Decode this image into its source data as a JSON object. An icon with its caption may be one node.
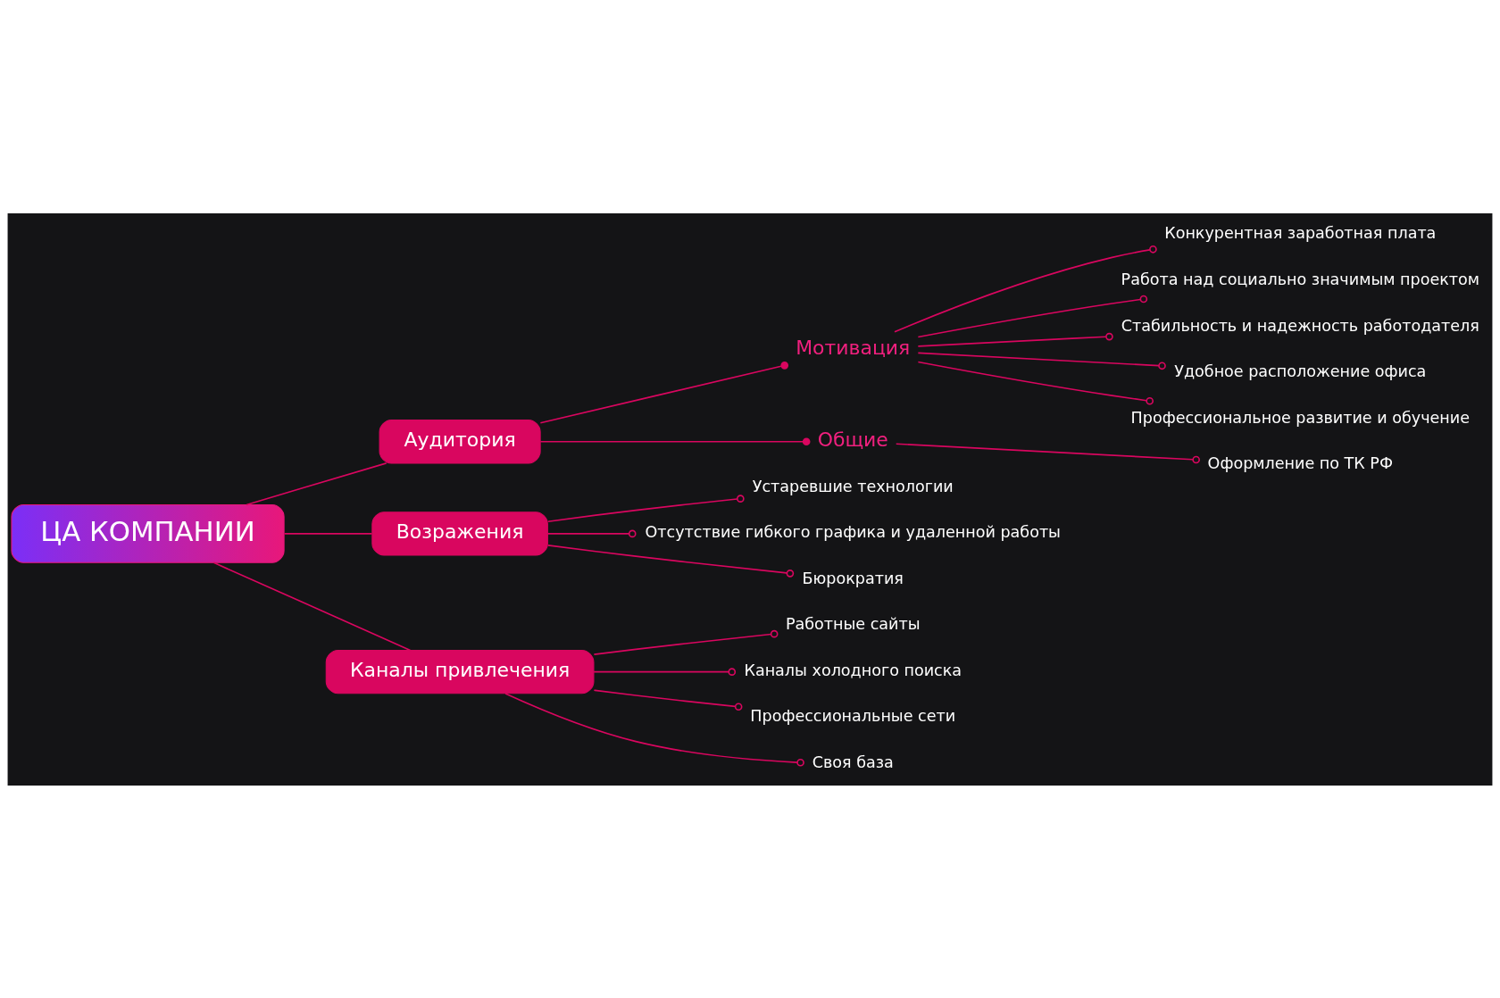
{
  "diagram": {
    "nodes": [
      {
        "text": [
          "ЦА КОМПАНИИ"
        ]
      },
      {
        "text": [
          "Аудитория"
        ]
      },
      {
        "text": [
          "Возражения"
        ]
      },
      {
        "text": [
          "Каналы привлечения"
        ]
      },
      {
        "text": [
          "Мотивация"
        ]
      },
      {
        "text": [
          "Конкурентная заработная плата"
        ]
      },
      {
        "text": [
          "Работа над социально значимым проектом"
        ]
      },
      {
        "text": [
          "Стабильность и надежность работодателя"
        ]
      },
      {
        "text": [
          "Удобное расположение офиса"
        ]
      },
      {
        "text": [
          "Профессиональное развитие и обучение"
        ]
      },
      {
        "text": [
          "Общие"
        ]
      },
      {
        "text": [
          "Оформление по ТК РФ"
        ]
      },
      {
        "text": [
          "Устаревшие технологии"
        ]
      },
      {
        "text": [
          "Отсутствие гибкого графика и удаленной работы"
        ]
      },
      {
        "text": [
          "Бюрократия"
        ]
      },
      {
        "text": [
          "Работные сайты"
        ]
      },
      {
        "text": [
          "Каналы холодного поиска"
        ]
      },
      {
        "text": [
          "Профессиональные сети"
        ]
      },
      {
        "text": [
          "Своя база"
        ]
      }
    ],
    "edges": [
      {
        "from": 0,
        "to": 1,
        "arrow": "none"
      },
      {
        "from": 0,
        "to": 2,
        "arrow": "none"
      },
      {
        "from": 0,
        "to": 3,
        "arrow": "none"
      },
      {
        "from": 1,
        "to": 4,
        "arrow": "other"
      },
      {
        "from": 1,
        "to": 10,
        "arrow": "other"
      },
      {
        "from": 4,
        "to": 5,
        "arrow": "other"
      },
      {
        "from": 4,
        "to": 6,
        "arrow": "other"
      },
      {
        "from": 4,
        "to": 7,
        "arrow": "other"
      },
      {
        "from": 4,
        "to": 8,
        "arrow": "other"
      },
      {
        "from": 4,
        "to": 9,
        "arrow": "other"
      },
      {
        "from": 10,
        "to": 11,
        "arrow": "other"
      },
      {
        "from": 2,
        "to": 12,
        "arrow": "other"
      },
      {
        "from": 2,
        "to": 13,
        "arrow": "other"
      },
      {
        "from": 2,
        "to": 14,
        "arrow": "other"
      },
      {
        "from": 3,
        "to": 15,
        "arrow": "other"
      },
      {
        "from": 3,
        "to": 16,
        "arrow": "other"
      },
      {
        "from": 3,
        "to": 17,
        "arrow": "other"
      },
      {
        "from": 3,
        "to": 18,
        "arrow": "other"
      }
    ]
  }
}
